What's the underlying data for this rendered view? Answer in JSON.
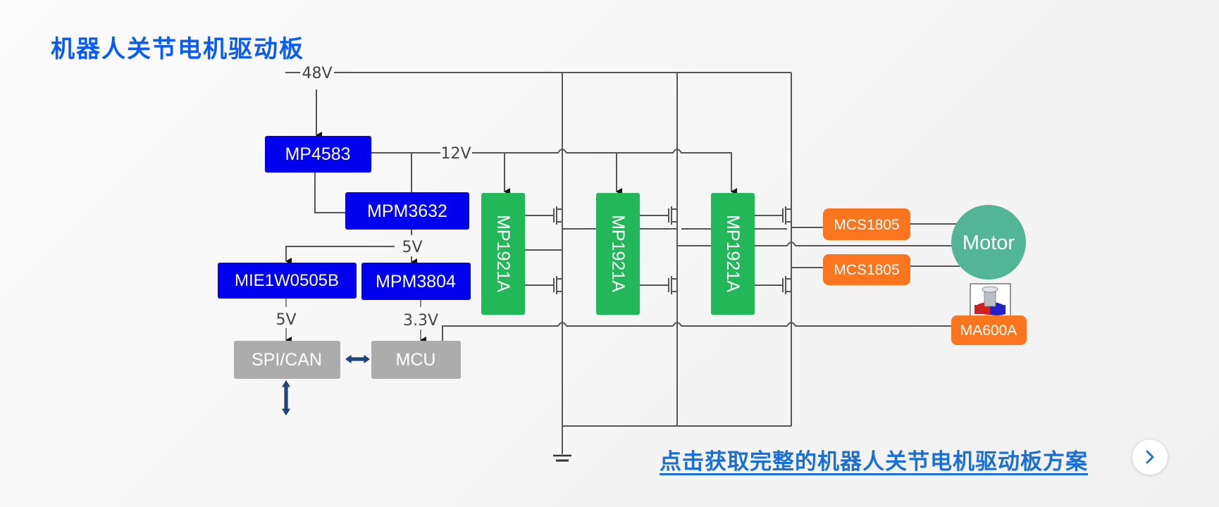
{
  "title": "机器人关节电机驱动板",
  "colors": {
    "title": "#0a5cf2",
    "power_ic": "#0000ee",
    "driver": "#22b85a",
    "sensor": "#fa761e",
    "motor": "#52b696",
    "logic": "#acacac",
    "link": "#1a6fd4"
  },
  "rails": {
    "v48": "48V",
    "v12": "12V",
    "v5_main": "5V",
    "v5_iso": "5V",
    "v3_3": "3.3V"
  },
  "blocks": {
    "mp4583": "MP4583",
    "mpm3632": "MPM3632",
    "mie1w0505b": "MIE1W0505B",
    "mpm3804": "MPM3804",
    "spi_can": "SPI/CAN",
    "mcu": "MCU",
    "drivers": [
      "MP1921A",
      "MP1921A",
      "MP1921A"
    ],
    "current_sensors": [
      "MCS1805",
      "MCS1805"
    ],
    "motor": "Motor",
    "angle_sensor": "MA600A"
  },
  "icons": {
    "magnet_encoder": "magnet-encoder-icon",
    "ground": "ground-icon",
    "cta_arrow": "chevron-right-icon"
  },
  "cta": {
    "link_text": "点击获取完整的机器人关节电机驱动板方案"
  }
}
